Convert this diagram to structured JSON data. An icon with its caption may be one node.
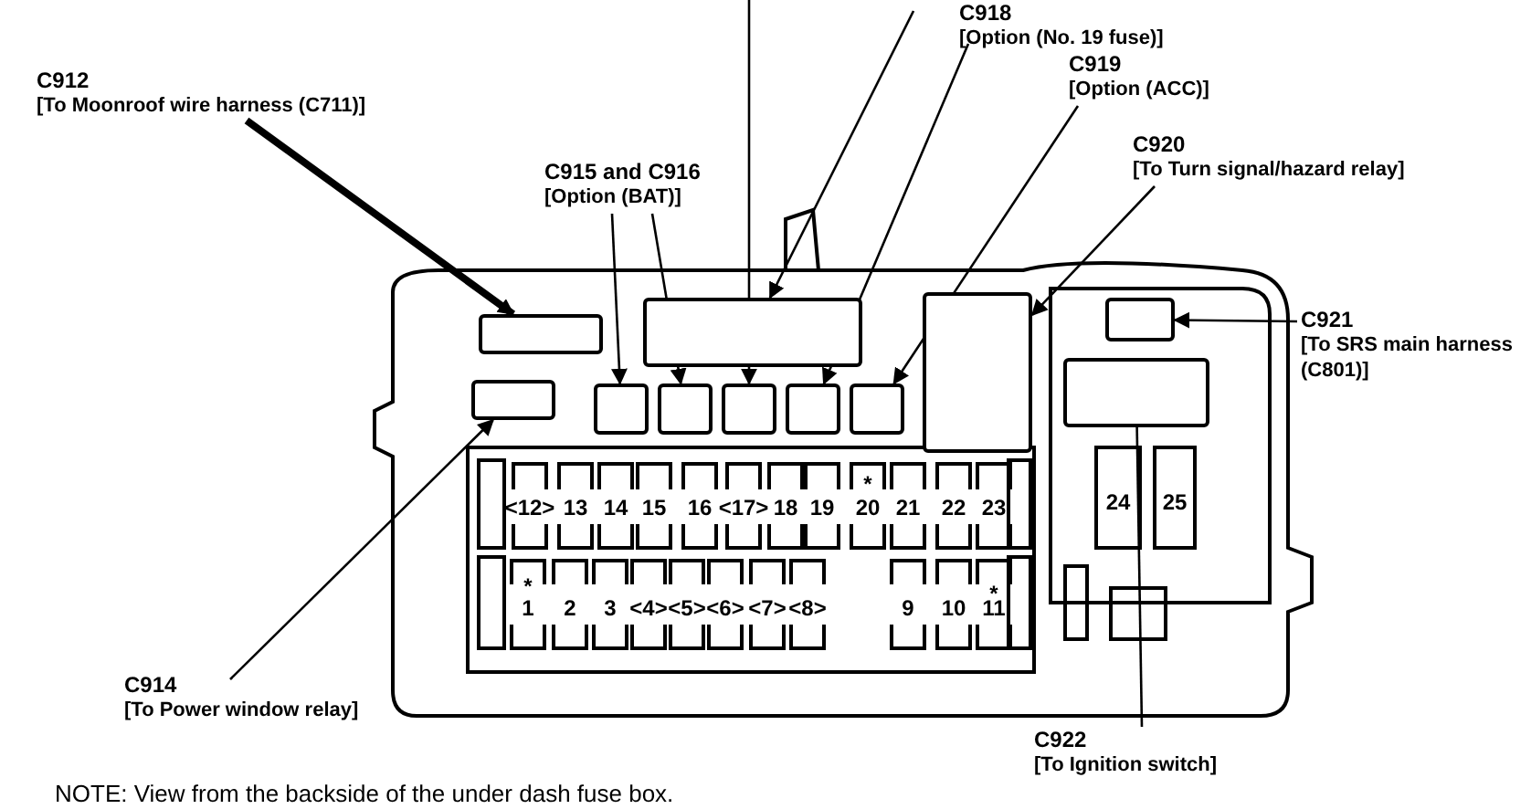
{
  "diagram": {
    "nodes": [
      {
        "text": [
          "C912",
          "[To Moonroof wire harness (C711)]"
        ]
      },
      {
        "text": [],
        "shape": "box"
      },
      {
        "text": [
          "C915 and C916",
          "[Option (BAT)]"
        ]
      },
      {
        "text": [],
        "shape": "box"
      },
      {
        "text": [],
        "shape": "box"
      },
      {
        "text": [
          "C918",
          "[Option (No. 19 fuse)]"
        ]
      },
      {
        "text": [],
        "shape": "box"
      },
      {
        "text": [],
        "shape": "box"
      },
      {
        "text": [],
        "shape": "box"
      },
      {
        "text": [
          "C919",
          "[Option (ACC)]"
        ]
      },
      {
        "text": [],
        "shape": "box"
      },
      {
        "text": [
          "C920",
          "[To Turn signal/hazard relay]"
        ]
      },
      {
        "text": [],
        "shape": "box"
      },
      {
        "text": [
          "C921",
          "[To SRS main harness (C801)]"
        ]
      },
      {
        "text": [],
        "shape": "box"
      },
      {
        "text": [
          "C914",
          "[To Power window relay]"
        ]
      },
      {
        "text": [],
        "shape": "box"
      },
      {
        "text": [
          "C922",
          "[To Ignition switch]"
        ]
      },
      {
        "text": [],
        "shape": "box"
      }
    ],
    "edges": [
      {
        "from": 0,
        "to": 1,
        "arrow": "to",
        "style": "thick"
      },
      {
        "from": 2,
        "to": 3,
        "arrow": "to"
      },
      {
        "from": 2,
        "to": 4,
        "arrow": "to"
      },
      {
        "from": null,
        "to": 7,
        "arrow": "to"
      },
      {
        "from": 5,
        "to": 6,
        "arrow": "to"
      },
      {
        "from": 5,
        "to": 8,
        "arrow": "to"
      },
      {
        "from": 9,
        "to": 10,
        "arrow": "to"
      },
      {
        "from": 11,
        "to": 12,
        "arrow": "to"
      },
      {
        "from": 13,
        "to": 14,
        "arrow": "to"
      },
      {
        "from": 15,
        "to": 16,
        "arrow": "to"
      },
      {
        "from": 17,
        "to": 18,
        "arrow": "none"
      }
    ],
    "labels": [
      "*",
      "<12>",
      "13",
      "14",
      "15",
      "16",
      "<17>",
      "18",
      "19",
      "20",
      "21",
      "22",
      "23",
      "24",
      "25",
      "*",
      "*",
      "1",
      "2",
      "3",
      "<4>",
      "<5>",
      "<6>",
      "<7>",
      "<8>",
      "9",
      "10",
      "11",
      "NOTE: View from the backside of the under dash fuse box."
    ]
  }
}
